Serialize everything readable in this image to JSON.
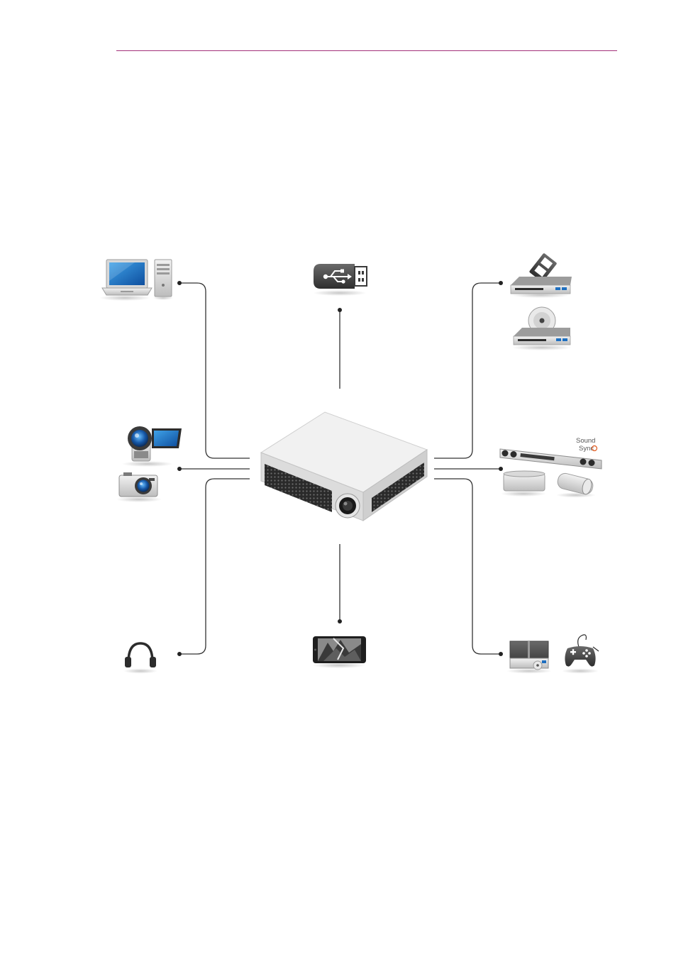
{
  "header": {
    "rule_color": "#a3307a"
  },
  "diagram": {
    "hub": {
      "icon": "projector-icon"
    },
    "devices": [
      {
        "group": "computers",
        "icons": [
          "laptop-icon",
          "desktop-tower-icon"
        ]
      },
      {
        "group": "usb",
        "icons": [
          "usb-drive-icon"
        ]
      },
      {
        "group": "disc-players",
        "icons": [
          "cartridge-player-icon",
          "dvd-player-icon"
        ]
      },
      {
        "group": "cameras",
        "icons": [
          "camcorder-icon",
          "digital-camera-icon"
        ]
      },
      {
        "group": "audio",
        "icons": [
          "soundbar-icon",
          "speaker-dock-icon",
          "portable-speaker-icon"
        ]
      },
      {
        "group": "headphones",
        "icons": [
          "headphones-icon"
        ]
      },
      {
        "group": "mobile",
        "icons": [
          "smartphone-icon"
        ]
      },
      {
        "group": "av-gaming",
        "icons": [
          "set-top-box-icon",
          "game-controller-icon"
        ]
      }
    ],
    "sound_sync_logo": {
      "line1": "Sound",
      "line2": "Sync"
    },
    "line_color": "#333333",
    "accent_color": "#1e6fc0"
  }
}
